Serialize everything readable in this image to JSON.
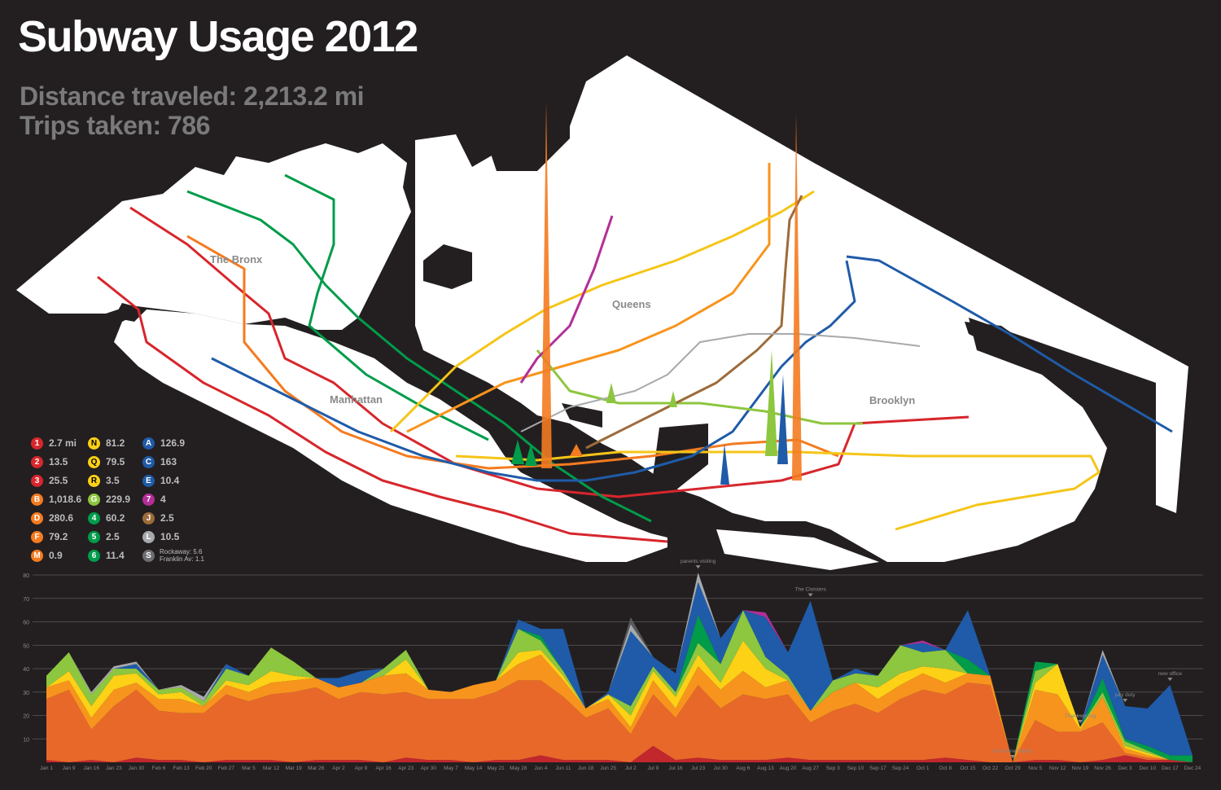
{
  "header": {
    "title": "Subway Usage 2012",
    "distance": "Distance traveled: 2,213.2 mi",
    "trips": "Trips taken: 786"
  },
  "map": {
    "boroughs": [
      "The Bronx",
      "Queens",
      "Manhattan",
      "Brooklyn"
    ]
  },
  "legend": [
    {
      "line": "1",
      "value": "2.7 mi",
      "color": "#d7262c"
    },
    {
      "line": "2",
      "value": "13.5",
      "color": "#d7262c"
    },
    {
      "line": "3",
      "value": "25.5",
      "color": "#d7262c"
    },
    {
      "line": "B",
      "value": "1,018.6",
      "color": "#f47b20"
    },
    {
      "line": "D",
      "value": "280.6",
      "color": "#f47b20"
    },
    {
      "line": "F",
      "value": "79.2",
      "color": "#f47b20"
    },
    {
      "line": "M",
      "value": "0.9",
      "color": "#f47b20"
    },
    {
      "line": "N",
      "value": "81.2",
      "color": "#fcd116",
      "text_color": "#000000"
    },
    {
      "line": "Q",
      "value": "79.5",
      "color": "#fcd116",
      "text_color": "#000000"
    },
    {
      "line": "R",
      "value": "3.5",
      "color": "#fcd116",
      "text_color": "#000000"
    },
    {
      "line": "G",
      "value": "229.9",
      "color": "#8dc63f"
    },
    {
      "line": "4",
      "value": "60.2",
      "color": "#009c4a"
    },
    {
      "line": "5",
      "value": "2.5",
      "color": "#009c4a"
    },
    {
      "line": "6",
      "value": "11.4",
      "color": "#009c4a"
    },
    {
      "line": "A",
      "value": "126.9",
      "color": "#1f5ba8"
    },
    {
      "line": "C",
      "value": "163",
      "color": "#1f5ba8"
    },
    {
      "line": "E",
      "value": "10.4",
      "color": "#1f5ba8"
    },
    {
      "line": "7",
      "value": "4",
      "color": "#b32e98"
    },
    {
      "line": "J",
      "value": "2.5",
      "color": "#9d6b3a"
    },
    {
      "line": "L",
      "value": "10.5",
      "color": "#a7a9ac"
    },
    {
      "line": "S",
      "value_lines": [
        "Rockaway: 5.6",
        "Franklin Av: 1.1"
      ],
      "color": "#6d6e71"
    }
  ],
  "chart_data": {
    "type": "area",
    "ylim": [
      0,
      80
    ],
    "yticks": [
      10,
      20,
      30,
      40,
      50,
      60,
      70,
      80
    ],
    "grid": true,
    "x": [
      "Jan 1",
      "Jan 9",
      "Jan 16",
      "Jan 23",
      "Jan 30",
      "Feb 6",
      "Feb 13",
      "Feb 20",
      "Feb 27",
      "Mar 5",
      "Mar 12",
      "Mar 19",
      "Mar 26",
      "Apr 2",
      "Apr 9",
      "Apr 16",
      "Apr 23",
      "Apr 30",
      "May 7",
      "May 14",
      "May 21",
      "May 28",
      "Jun 4",
      "Jun 11",
      "Jun 18",
      "Jun 25",
      "Jul 2",
      "Jul 9",
      "Jul 16",
      "Jul 23",
      "Jul 30",
      "Aug 6",
      "Aug 13",
      "Aug 20",
      "Aug 27",
      "Sep 3",
      "Sep 10",
      "Sep 17",
      "Sep 24",
      "Oct 1",
      "Oct 8",
      "Oct 15",
      "Oct 22",
      "Oct 29",
      "Nov 5",
      "Nov 12",
      "Nov 19",
      "Nov 26",
      "Dec 3",
      "Dec 10",
      "Dec 17",
      "Dec 24"
    ],
    "series": [
      {
        "color": "#c1272d",
        "values": [
          1,
          0,
          1,
          0,
          2,
          1,
          1,
          0,
          1,
          1,
          1,
          0,
          1,
          1,
          1,
          0,
          2,
          1,
          1,
          0,
          1,
          1,
          3,
          1,
          1,
          1,
          0,
          7,
          1,
          2,
          1,
          1,
          1,
          2,
          1,
          1,
          1,
          1,
          1,
          1,
          2,
          1,
          0,
          0,
          1,
          1,
          0,
          1,
          3,
          1,
          1,
          0
        ]
      },
      {
        "color": "#e8682a",
        "values": [
          26,
          31,
          13,
          24,
          29,
          21,
          20,
          21,
          28,
          25,
          28,
          30,
          31,
          26,
          29,
          29,
          28,
          26,
          26,
          27,
          29,
          34,
          32,
          27,
          18,
          22,
          12,
          22,
          18,
          31,
          22,
          28,
          26,
          27,
          16,
          21,
          24,
          20,
          26,
          30,
          27,
          33,
          33,
          0,
          17,
          12,
          13,
          16,
          1,
          1,
          0,
          0
        ]
      },
      {
        "color": "#f7941d",
        "values": [
          5,
          4,
          5,
          7,
          3,
          5,
          6,
          3,
          4,
          4,
          5,
          5,
          4,
          5,
          4,
          8,
          8,
          4,
          3,
          6,
          5,
          7,
          11,
          7,
          4,
          4,
          3,
          6,
          4,
          8,
          8,
          10,
          5,
          6,
          5,
          8,
          9,
          6,
          6,
          7,
          5,
          4,
          4,
          0,
          13,
          16,
          1,
          11,
          2,
          1,
          0,
          0
        ]
      },
      {
        "color": "#fcd116",
        "values": [
          0,
          4,
          5,
          6,
          4,
          2,
          3,
          0,
          2,
          3,
          5,
          2,
          0,
          0,
          0,
          0,
          6,
          0,
          0,
          0,
          0,
          5,
          2,
          2,
          0,
          2,
          5,
          4,
          5,
          5,
          3,
          13,
          8,
          0,
          0,
          0,
          0,
          5,
          5,
          3,
          6,
          0,
          0,
          0,
          3,
          13,
          1,
          0,
          1,
          1,
          0,
          0
        ]
      },
      {
        "color": "#8dc63f",
        "values": [
          5,
          8,
          5,
          3,
          2,
          2,
          2,
          2,
          5,
          4,
          10,
          6,
          0,
          0,
          0,
          3,
          4,
          0,
          0,
          0,
          0,
          10,
          4,
          2,
          0,
          0,
          4,
          2,
          2,
          5,
          8,
          13,
          5,
          2,
          0,
          5,
          4,
          5,
          12,
          6,
          8,
          0,
          0,
          0,
          5,
          0,
          0,
          2,
          2,
          1,
          0,
          0
        ]
      },
      {
        "color": "#009c4a",
        "values": [
          0,
          0,
          0,
          0,
          0,
          0,
          0,
          0,
          0,
          0,
          0,
          0,
          0,
          0,
          0,
          0,
          0,
          0,
          0,
          0,
          0,
          0,
          2,
          0,
          0,
          0,
          0,
          0,
          0,
          12,
          0,
          0,
          0,
          0,
          0,
          0,
          0,
          0,
          0,
          0,
          0,
          6,
          0,
          0,
          4,
          0,
          0,
          6,
          1,
          2,
          2,
          3
        ]
      },
      {
        "color": "#1f5ba8",
        "values": [
          0,
          0,
          0,
          0,
          2,
          0,
          0,
          0,
          2,
          0,
          0,
          0,
          0,
          4,
          5,
          0,
          0,
          0,
          0,
          0,
          0,
          4,
          3,
          18,
          0,
          1,
          32,
          4,
          8,
          14,
          11,
          0,
          17,
          10,
          47,
          0,
          2,
          0,
          0,
          4,
          0,
          21,
          0,
          0,
          0,
          0,
          0,
          10,
          14,
          16,
          30,
          0
        ]
      },
      {
        "color": "#b32e98",
        "values": [
          0,
          0,
          0,
          0,
          0,
          0,
          0,
          0,
          0,
          0,
          0,
          0,
          0,
          0,
          0,
          0,
          0,
          0,
          0,
          0,
          0,
          0,
          0,
          0,
          0,
          0,
          0,
          0,
          0,
          0,
          0,
          0,
          2,
          0,
          0,
          0,
          0,
          0,
          0,
          1,
          0,
          0,
          0,
          0,
          0,
          0,
          0,
          0,
          0,
          0,
          0,
          0
        ]
      },
      {
        "color": "#9d6b3a",
        "values": [
          0,
          0,
          0,
          0,
          0,
          0,
          0,
          0,
          0,
          0,
          0,
          0,
          0,
          0,
          0,
          0,
          0,
          0,
          0,
          0,
          0,
          0,
          0,
          0,
          0,
          0,
          0,
          0,
          0,
          0,
          0,
          0,
          0,
          0,
          0,
          0,
          0,
          0,
          0,
          0,
          0,
          0,
          0,
          0,
          0,
          0,
          0,
          0,
          0,
          0,
          0,
          0
        ]
      },
      {
        "color": "#a7a9ac",
        "values": [
          0,
          0,
          1,
          1,
          1,
          0,
          1,
          2,
          0,
          0,
          0,
          0,
          0,
          0,
          0,
          0,
          0,
          0,
          0,
          0,
          0,
          0,
          0,
          0,
          0,
          0,
          3,
          0,
          0,
          4,
          0,
          0,
          0,
          0,
          0,
          0,
          0,
          0,
          0,
          0,
          0,
          0,
          0,
          0,
          0,
          0,
          0,
          2,
          0,
          0,
          0,
          0
        ]
      },
      {
        "color": "#58595b",
        "values": [
          0,
          0,
          0,
          0,
          0,
          0,
          0,
          0,
          0,
          0,
          0,
          0,
          0,
          0,
          0,
          0,
          0,
          0,
          0,
          0,
          0,
          0,
          0,
          0,
          0,
          0,
          3,
          0,
          0,
          0,
          0,
          0,
          0,
          0,
          0,
          0,
          0,
          0,
          0,
          0,
          0,
          0,
          0,
          0,
          0,
          0,
          0,
          0,
          0,
          0,
          0,
          0
        ]
      }
    ],
    "annotations": [
      {
        "label": "parents visiting",
        "x": "Jul 23"
      },
      {
        "label": "The Cloisters",
        "x": "Aug 27"
      },
      {
        "label": "Hurricane Sandy",
        "x": "Oct 29"
      },
      {
        "label": "Thanksgiving",
        "x": "Nov 19"
      },
      {
        "label": "jury duty",
        "x": "Dec 3"
      },
      {
        "label": "new office",
        "x": "Dec 17"
      }
    ]
  }
}
